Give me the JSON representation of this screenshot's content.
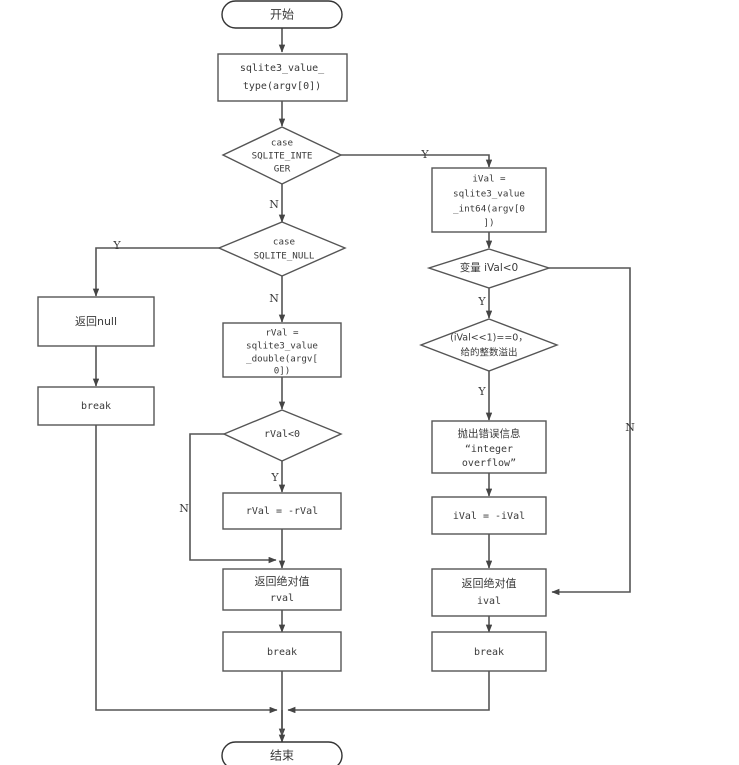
{
  "diagram": {
    "title_start": "开始",
    "title_end": "结束",
    "colors": {
      "stroke": "#555555",
      "text": "#3a3a3a",
      "background": "#ffffff"
    }
  },
  "nodes": {
    "start": {
      "label": "开始",
      "type": "terminator"
    },
    "value_type": {
      "line1": "sqlite3_value_",
      "line2": "type(argv[0])",
      "type": "process"
    },
    "case_integer": {
      "line1": "case",
      "line2": "SQLITE_INTE",
      "line3": "GER",
      "type": "decision"
    },
    "case_null": {
      "line1": "case",
      "line2": "SQLITE_NULL",
      "type": "decision"
    },
    "ival_assign": {
      "line1": "iVal =",
      "line2": "sqlite3_value",
      "line3": "_int64(argv[0",
      "line4": "])",
      "type": "process"
    },
    "ival_lt_zero": {
      "label": "变量 iVal<0",
      "type": "decision"
    },
    "overflow_check": {
      "line1": "(iVal<<1)==0，",
      "line2": "给的整数溢出",
      "type": "decision"
    },
    "throw_error": {
      "line1": "抛出错误信息",
      "line2": "“integer",
      "line3": "overflow”",
      "type": "process"
    },
    "ival_negate": {
      "label": "iVal = -iVal",
      "type": "process"
    },
    "return_abs_ival": {
      "line1": "返回绝对值",
      "line2": "ival",
      "type": "process"
    },
    "break_ival": {
      "label": "break",
      "type": "process"
    },
    "return_null": {
      "label": "返回null",
      "type": "process"
    },
    "break_null": {
      "label": "break",
      "type": "process"
    },
    "rval_assign": {
      "line1": "rVal =",
      "line2": "sqlite3_value",
      "line3": "_double(argv[",
      "line4": "0])",
      "type": "process"
    },
    "rval_lt_zero": {
      "label": "rVal<0",
      "type": "decision"
    },
    "rval_negate": {
      "label": "rVal = -rVal",
      "type": "process"
    },
    "return_abs_rval": {
      "line1": "返回绝对值",
      "line2": "rval",
      "type": "process"
    },
    "break_rval": {
      "label": "break",
      "type": "process"
    },
    "end": {
      "label": "结束",
      "type": "terminator"
    }
  },
  "edge_labels": {
    "integer_yes": "Y",
    "integer_no": "N",
    "null_yes": "Y",
    "null_no": "N",
    "ival_lt_zero_yes": "Y",
    "ival_lt_zero_no": "N",
    "overflow_yes": "Y",
    "rval_lt_zero_yes": "Y",
    "rval_lt_zero_no": "N"
  }
}
